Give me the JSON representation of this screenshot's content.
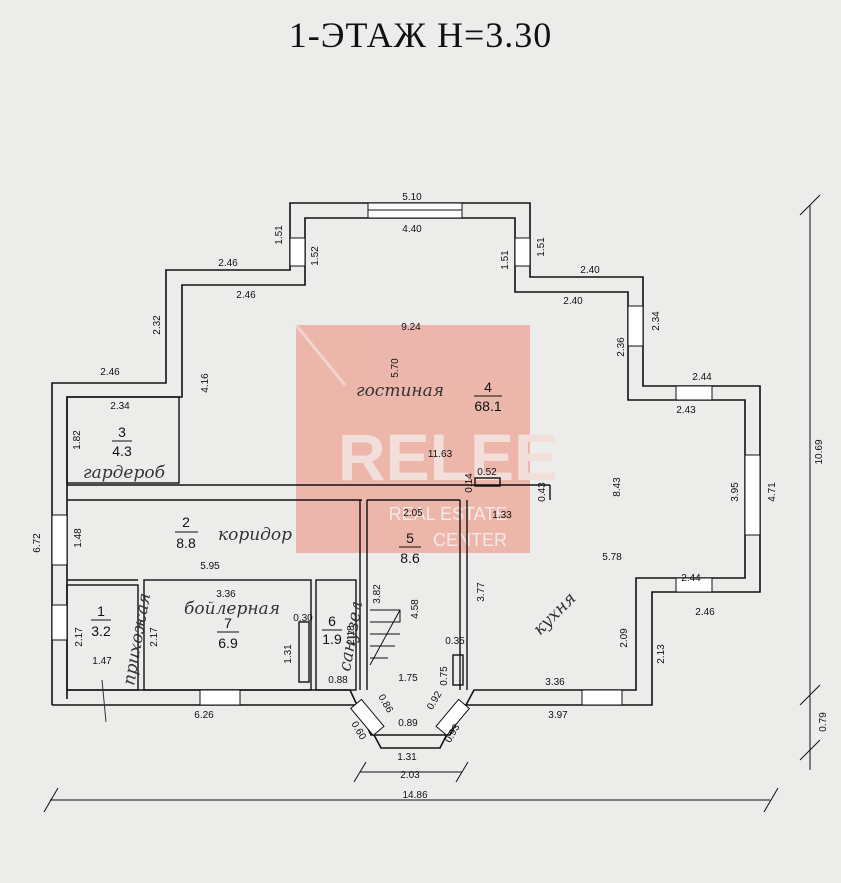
{
  "title": "1-ЭТАЖ  H=3.30",
  "watermark": {
    "brand": "RELEE",
    "line1": "REAL ESTATE",
    "line2": "CENTER",
    "color": "#e8513a"
  },
  "rooms": [
    {
      "num": "1",
      "area": "3.2",
      "name": "прихожая"
    },
    {
      "num": "2",
      "area": "8.8",
      "name": "коридор"
    },
    {
      "num": "3",
      "area": "4.3",
      "name": "гардероб"
    },
    {
      "num": "4",
      "area": "68.1",
      "name": "гостиная"
    },
    {
      "num": "5",
      "area": "8.6",
      "name": ""
    },
    {
      "num": "6",
      "area": "1.9",
      "name": "санузел"
    },
    {
      "num": "7",
      "area": "6.9",
      "name": "бойлерная"
    },
    {
      "num": "",
      "area": "",
      "name": "кухня"
    }
  ],
  "dimensions": {
    "top_510": "5.10",
    "top_440": "4.40",
    "w151_l": "1.51",
    "w152": "1.52",
    "w151_r": "1.51",
    "w151_r2": "1.51",
    "l246_o": "2.46",
    "l246_i": "2.46",
    "r240_o": "2.40",
    "r240_i": "2.40",
    "d924": "9.24",
    "d570": "5.70",
    "d232": "2.32",
    "d416": "4.16",
    "d234_r": "2.34",
    "d236": "2.36",
    "d244_t": "2.44",
    "d243": "2.43",
    "d246_l": "2.46",
    "d234_l": "2.34",
    "d182": "1.82",
    "d1163": "11.63",
    "d052": "0.52",
    "d014": "0.14",
    "d043": "0.43",
    "d843": "8.43",
    "d395": "3.95",
    "d471": "4.71",
    "d1069": "10.69",
    "d672": "6.72",
    "d148": "1.48",
    "d205": "2.05",
    "d133": "1.33",
    "d595": "5.95",
    "d578": "5.78",
    "d377": "3.77",
    "d382": "3.82",
    "d458": "4.58",
    "d336_l": "3.36",
    "d030": "0.30",
    "d218": "2.18",
    "d217_l": "2.17",
    "d217_m": "2.17",
    "d131_l": "1.31",
    "d147": "1.47",
    "d088": "0.88",
    "d035": "0.35",
    "d075": "0.75",
    "d175": "1.75",
    "d092": "0.92",
    "d089": "0.89",
    "d086": "0.86",
    "d060": "0.60",
    "d093": "0.93",
    "d131_b": "1.31",
    "d203": "2.03",
    "d626": "6.26",
    "d397": "3.97",
    "d336_k": "3.36",
    "d244_k": "2.44",
    "d246_k": "2.46",
    "d209": "2.09",
    "d213": "2.13",
    "d1486": "14.86",
    "d079": "0.79"
  }
}
